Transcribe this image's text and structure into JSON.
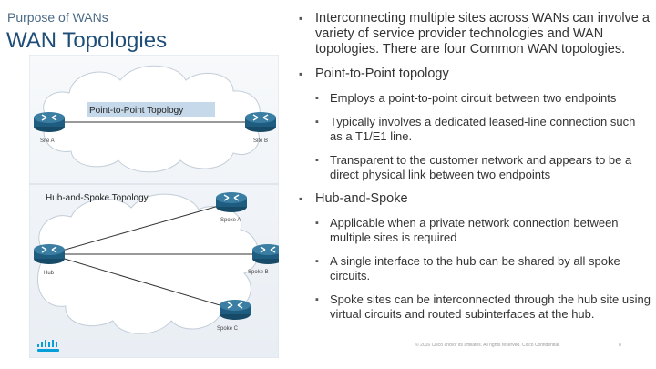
{
  "slide": {
    "supertitle": "Purpose of WANs",
    "title": "WAN Topologies",
    "footer": "© 2016 Cisco and/or its affiliates. All rights reserved. Cisco Confidential",
    "page_number": "8"
  },
  "diagram": {
    "p2p_label": "Point-to-Point Topology",
    "site_a": "Site A",
    "site_b": "Site B",
    "hs_label": "Hub-and-Spoke Topology",
    "hub": "Hub",
    "spoke_a": "Spoke A",
    "spoke_b": "Spoke B",
    "spoke_c": "Spoke C",
    "colors": {
      "cloud": "#eef2f7",
      "router": "#1f5d80",
      "highlight": "#c5d9ea"
    }
  },
  "content": {
    "intro": "Interconnecting multiple sites across WANs can involve a variety of service provider technologies and WAN topologies. There are four Common WAN topologies.",
    "p2p": {
      "heading": "Point-to-Point topology",
      "items": [
        "Employs a point-to-point circuit between two endpoints",
        "Typically involves a dedicated leased-line connection such as a T1/E1 line.",
        "Transparent to the customer network and appears to be a direct physical link between two endpoints"
      ]
    },
    "hub_spoke": {
      "heading": "Hub-and-Spoke",
      "items": [
        "Applicable when a private network connection between multiple sites is required",
        "A single interface to the hub can be shared by all spoke circuits.",
        "Spoke sites can be interconnected through the hub site using virtual circuits and routed subinterfaces at the hub."
      ]
    },
    "bullet1": "▪",
    "bullet2": "▪"
  }
}
